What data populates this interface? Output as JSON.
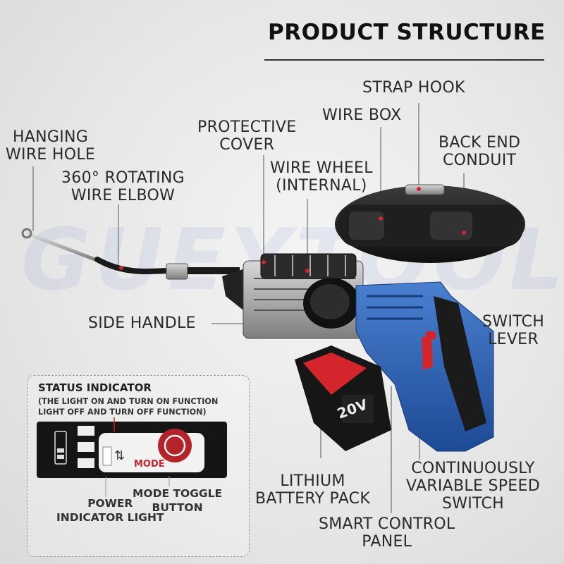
{
  "title": "PRODUCT STRUCTURE",
  "watermark": "GUEYTOOL",
  "labels": {
    "strap_hook": "STRAP HOOK",
    "wire_box": "WIRE BOX",
    "back_end_conduit": [
      "BACK END",
      "CONDUIT"
    ],
    "protective_cover": [
      "PROTECTIVE",
      "COVER"
    ],
    "hanging_wire_hole": [
      "HANGING",
      "WIRE HOLE"
    ],
    "rotating_elbow": [
      "360° ROTATING",
      "WIRE ELBOW"
    ],
    "wire_wheel": [
      "WIRE WHEEL",
      "(INTERNAL)"
    ],
    "side_handle": "SIDE HANDLE",
    "switch_lever": [
      "SWITCH",
      "LEVER"
    ],
    "battery_pack": [
      "LITHIUM",
      "BATTERY PACK"
    ],
    "speed_switch": [
      "CONTINUOUSLY",
      "VARIABLE SPEED",
      "SWITCH"
    ],
    "control_panel": [
      "SMART CONTROL",
      "PANEL"
    ]
  },
  "battery_marking": "20V",
  "inset": {
    "title": "STATUS INDICATOR",
    "subtitle": [
      "(THE LIGHT ON AND TURN ON FUNCTION",
      "LIGHT OFF AND TURN OFF FUNCTION)"
    ],
    "mode_label": "MODE",
    "power_indicator": [
      "POWER",
      "INDICATOR LIGHT"
    ],
    "mode_toggle": [
      "MODE TOGGLE",
      "BUTTON"
    ]
  },
  "colors": {
    "body_blue": "#2a5db0",
    "accent_red": "#d4252c",
    "dark": "#1a1a1a"
  }
}
